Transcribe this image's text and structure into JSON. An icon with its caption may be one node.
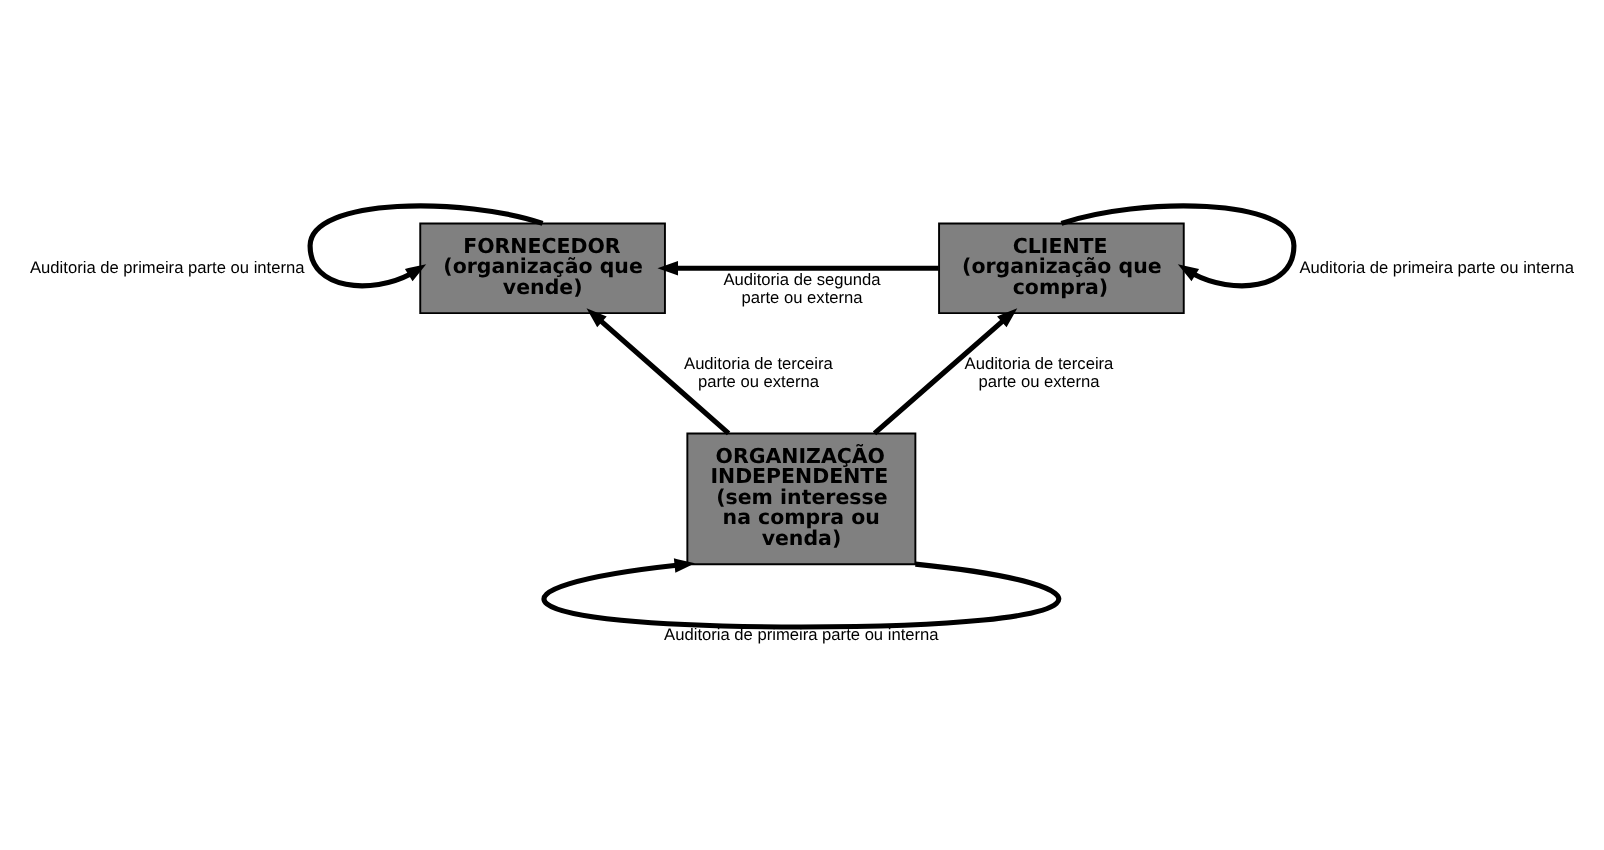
{
  "diagram": {
    "nodes": [
      {
        "text": [
          "FORNECEDOR",
          "(organização que vende)"
        ]
      },
      {
        "text": [
          "CLIENTE",
          "(organização que compra)"
        ]
      },
      {
        "text": [
          "ORGANIZAÇÃO INDEPENDENTE",
          "(sem interesse na compra ou venda)"
        ]
      }
    ],
    "edges": [
      {
        "from": 0,
        "to": 0,
        "arrow": "to",
        "label": "Auditoria de primeira parte ou interna"
      },
      {
        "from": 1,
        "to": 1,
        "arrow": "to",
        "label": "Auditoria de primeira parte ou interna"
      },
      {
        "from": 1,
        "to": 0,
        "arrow": "to",
        "label": "Auditoria de segunda parte ou externa"
      },
      {
        "from": 2,
        "to": 0,
        "arrow": "to",
        "label": "Auditoria de terceira parte ou externa"
      },
      {
        "from": 2,
        "to": 1,
        "arrow": "to",
        "label": "Auditoria de terceira parte ou externa"
      },
      {
        "from": 2,
        "to": 2,
        "arrow": "to",
        "label": "Auditoria de primeira parte ou interna"
      }
    ]
  }
}
